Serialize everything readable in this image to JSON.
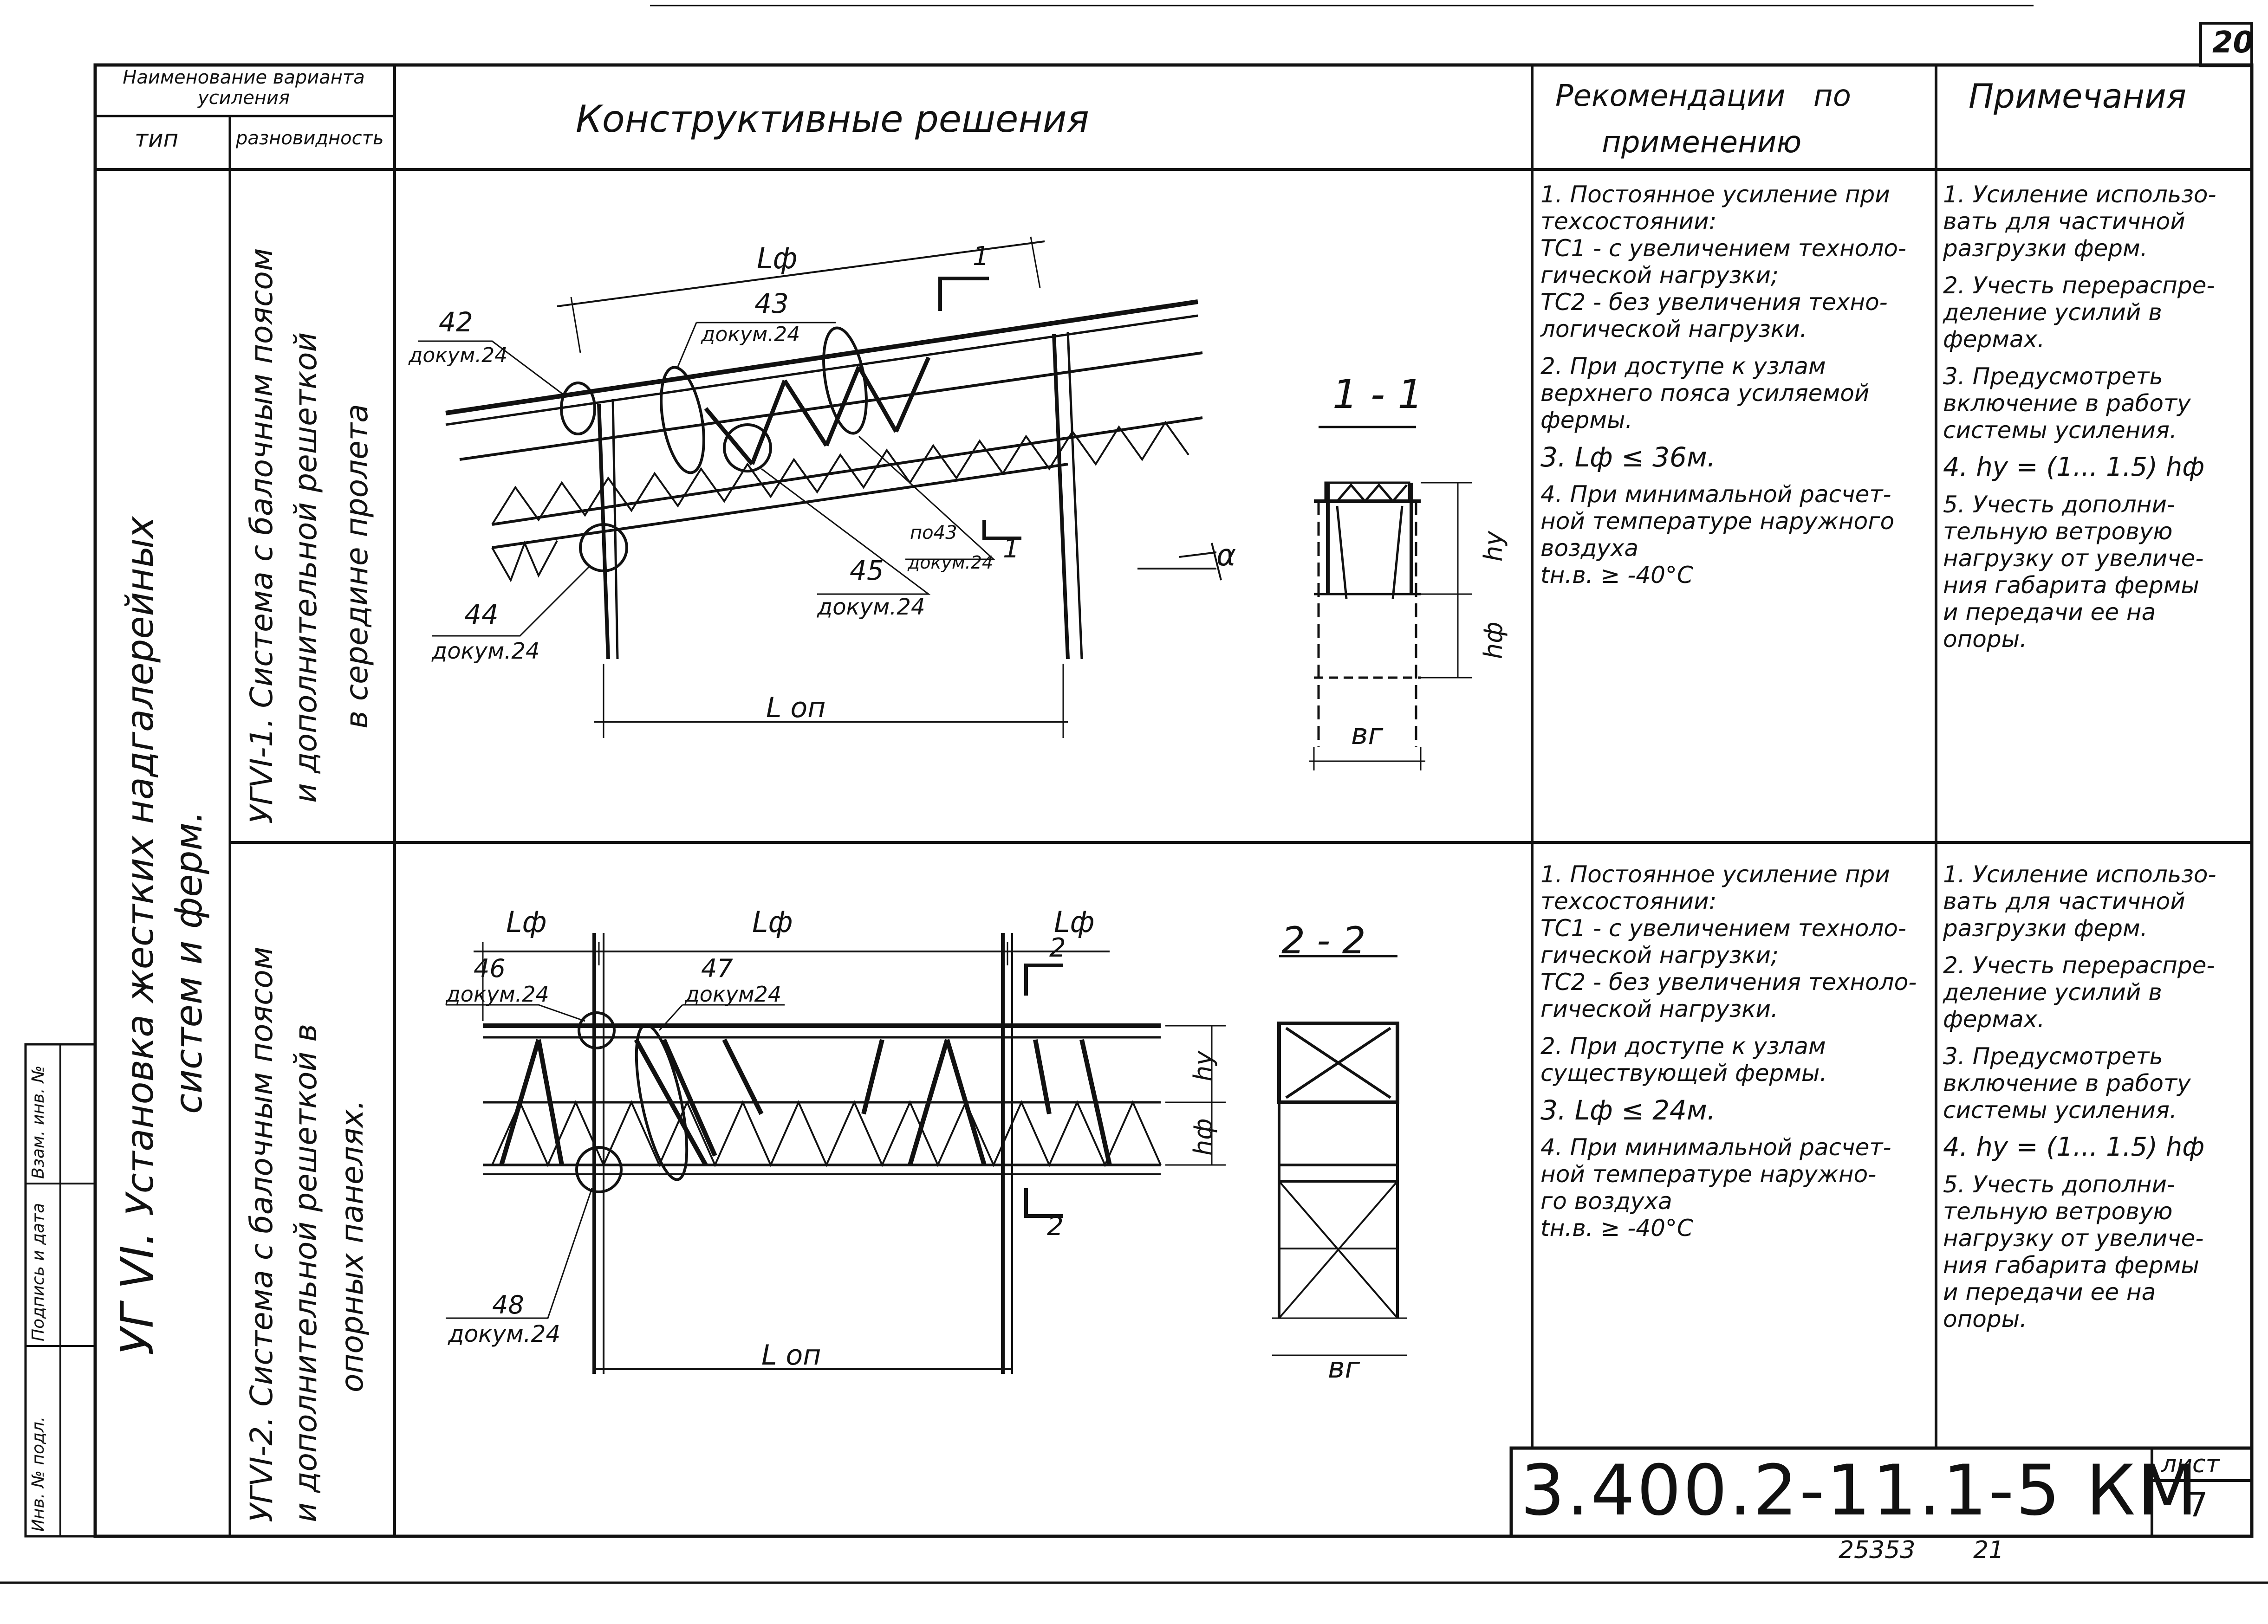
{
  "page_number": "20",
  "header": {
    "variant_name": "Наименование варианта усиления",
    "type": "тип",
    "variety": "разновидность",
    "constructive": "Конструктивные решения",
    "recommendations_1": "Рекомендации по",
    "recommendations_2": "применению",
    "notes": "Примечания"
  },
  "type_col": {
    "code": "УГ VI.",
    "line1": "Установка жестких надгалерейных",
    "line2": "систем и ферм."
  },
  "variety_1": {
    "line1": "УГVI-1. Система с балочным поясом",
    "line2": "и дополнительной решеткой",
    "line3": "в середине пролета"
  },
  "variety_2": {
    "line1": "УГVI-2. Система с балочным поясом",
    "line2": "и дополнительной решеткой в",
    "line3": "опорных панелях."
  },
  "drawing_1": {
    "l_f": "Lф",
    "section_mark": "1",
    "callout_42": "42",
    "callout_43": "43",
    "callout_44": "44",
    "callout_45": "45",
    "callout_po43": "по43",
    "dokum": "докум.24",
    "l_op": "L оп",
    "alpha": "α",
    "section_title": "1 - 1",
    "h_y": "hу",
    "h_f": "hф",
    "b_g": "вг"
  },
  "drawing_2": {
    "l_f_left": "Lф",
    "l_f_mid": "Lф",
    "l_f_right": "Lф",
    "section_mark": "2",
    "callout_46": "46",
    "callout_47": "47",
    "callout_48": "48",
    "dokum": "докум.24",
    "dokum_47": "докум24",
    "l_op": "L оп",
    "section_title": "2 - 2",
    "h_y": "hу",
    "h_f": "hф",
    "b_g": "вг"
  },
  "recommendations_1": [
    "1. Постоянное усиление при\nтехсостоянии:\nТС1 - с увеличением техноло-\nгической нагрузки;\nТС2 - без увеличения техно-\nлогической нагрузки.",
    "2. При доступе к узлам\nверхнего пояса усиляемой\nфермы.",
    "3. Lф ≤ 36м.",
    "4. При минимальной расчет-\nной температуре наружного\nвоздуха\ntн.в. ≥ -40°С"
  ],
  "notes_1": [
    "1. Усиление использо-\nвать для частичной\nразгрузки ферм.",
    "2. Учесть перераспре-\nделение усилий в\nфермах.",
    "3. Предусмотреть\nвключение в работу\nсистемы усиления.",
    "4. hу = (1... 1.5) hф",
    "5. Учесть дополни-\nтельную ветровую\nнагрузку от увеличе-\nния габарита фермы\nи передачи ее на\nопоры."
  ],
  "recommendations_2": [
    "1. Постоянное усиление при\nтехсостоянии:\nТС1 - с увеличением техноло-\nгической нагрузки;\nТС2 - без увеличения техноло-\nгической нагрузки.",
    "2. При доступе к узлам\nсуществующей фермы.",
    "3. Lф ≤ 24м.",
    "4. При минимальной расчет-\nной температуре наружно-\nго воздуха\ntн.в. ≥ -40°С"
  ],
  "notes_2": [
    "1. Усиление использо-\nвать для частичной\nразгрузки ферм.",
    "2. Учесть перераспре-\nделение усилий в\nфермах.",
    "3. Предусмотреть\nвключение в работу\nсистемы усиления.",
    "4. hу = (1... 1.5) hф",
    "5. Учесть дополни-\nтельную ветровую\nнагрузку от увеличе-\nния габарита фермы\nи передачи ее на\nопоры."
  ],
  "stamp": {
    "doc_code": "3.400.2-11.1-5 КМ",
    "sheet_label": "лист",
    "sheet_no": "7",
    "archive_no": "25353",
    "archive_sheet": "21"
  },
  "side_stamp": {
    "inv_no_orig": "Инв. № подл.",
    "sign_date": "Подпись и дата",
    "inv_no_repl": "Взам. инв. №"
  }
}
